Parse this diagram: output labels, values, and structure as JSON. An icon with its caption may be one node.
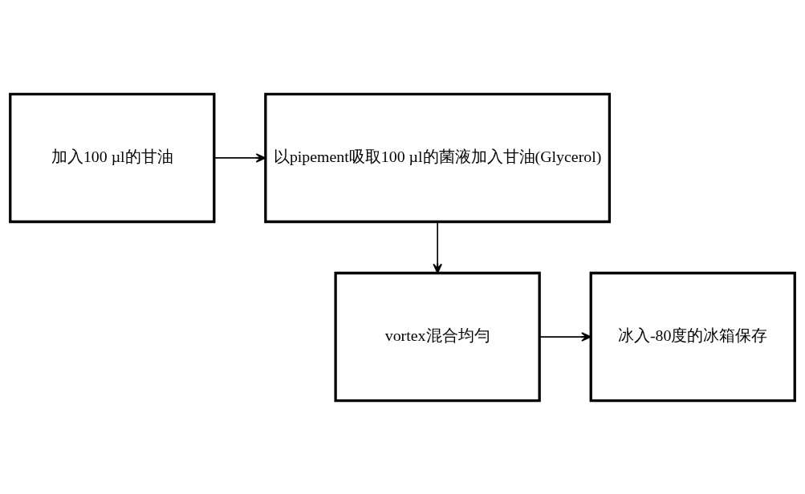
{
  "diagram": {
    "nodes": [
      {
        "text": [
          "加入100 µl的甘油"
        ]
      },
      {
        "text": [
          "以pipement吸取100 µl的菌液加入甘油(Glycerol)"
        ]
      },
      {
        "text": [
          "vortex混合均勻"
        ]
      },
      {
        "text": [
          "冰入-80度的冰箱保存"
        ]
      }
    ],
    "edges": [
      {
        "from": 0,
        "to": 1,
        "arrow": "to"
      },
      {
        "from": 1,
        "to": 2,
        "arrow": "to"
      },
      {
        "from": 2,
        "to": 3,
        "arrow": "to"
      }
    ]
  }
}
